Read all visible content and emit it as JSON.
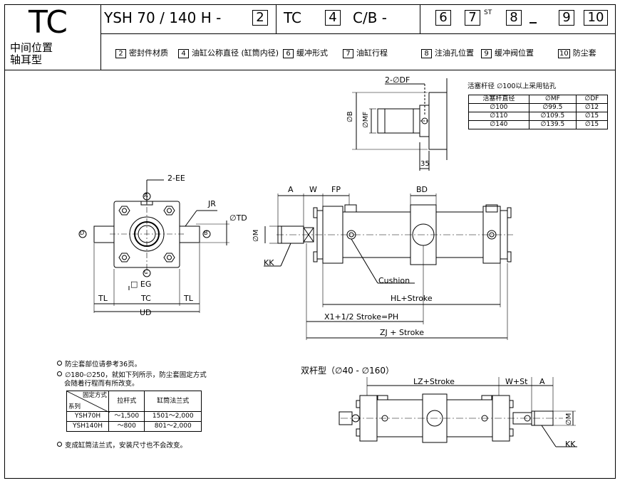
{
  "header": {
    "model_code": "TC",
    "subtitle_line1": "中间位置",
    "subtitle_line2": "轴耳型",
    "order_prefix": "YSH 70 / 140 H -",
    "order_box_2": "2",
    "order_tc": "TC",
    "order_box_4": "4",
    "order_cb": "C/B -",
    "order_box_6": "6",
    "order_box_7": "7",
    "order_st": "ST",
    "order_box_8": "8",
    "order_dash": "_",
    "order_box_9": "9",
    "order_box_10": "10"
  },
  "legend": [
    {
      "num": "2",
      "label": "密封件材质"
    },
    {
      "num": "4",
      "label": "油缸公称直径 (缸筒内径)"
    },
    {
      "num": "6",
      "label": "缓冲形式"
    },
    {
      "num": "7",
      "label": "油缸行程"
    },
    {
      "num": "8",
      "label": "注油孔位置"
    },
    {
      "num": "9",
      "label": "缓冲阀位置"
    },
    {
      "num": "10",
      "label": "防尘套"
    }
  ],
  "rod_detail": {
    "note": "活塞杆径  ∅100以上采用钻孔",
    "label_df": "2-∅DF",
    "label_b": "∅B",
    "label_mf": "∅MF",
    "label_35": "35",
    "table_headers": [
      "活塞杆直径",
      "∅MF",
      "∅DF"
    ],
    "table_rows": [
      [
        "∅100",
        "∅99.5",
        "∅12"
      ],
      [
        "∅110",
        "∅109.5",
        "∅15"
      ],
      [
        "∅140",
        "∅139.5",
        "∅15"
      ]
    ]
  },
  "end_view": {
    "label_ee": "2-EE",
    "label_jr": "JR",
    "label_td": "∅TD",
    "label_a": "A",
    "label_b": "B",
    "label_c": "C",
    "label_d": "D",
    "label_eg": "□ EG",
    "label_tl_left": "TL",
    "label_tc": "TC",
    "label_tl_right": "TL",
    "label_ud": "UD"
  },
  "side_view": {
    "label_a": "A",
    "label_w": "W",
    "label_fp": "FP",
    "label_bd": "BD",
    "label_m": "∅M",
    "label_kk": "KK",
    "label_cushion": "Cushion",
    "label_hl": "HL+Stroke",
    "label_ph": "X1+1/2 Stroke=PH",
    "label_zj": "ZJ + Stroke"
  },
  "notes": {
    "note1": "防尘套部位请参考36页。",
    "note2_line1": "∅180-∅250，就如下列所示，防尘套固定方式",
    "note2_line2": "会随着行程而有所改变。",
    "note3": "变成缸筒法兰式，安装尺寸也不会改变。"
  },
  "series_table": {
    "corner_top": "固定方式",
    "corner_bottom": "系列",
    "col1": "拉杆式",
    "col2": "缸筒法兰式",
    "rows": [
      [
        "YSH70H",
        "～1,500",
        "1501～2,000"
      ],
      [
        "YSH140H",
        "～800",
        "801～2,000"
      ]
    ]
  },
  "double_rod": {
    "title": "双杆型（∅40 -   ∅160）",
    "label_lz": "LZ+Stroke",
    "label_wst": "W+St",
    "label_a": "A",
    "label_m": "∅M",
    "label_kk": "KK"
  }
}
